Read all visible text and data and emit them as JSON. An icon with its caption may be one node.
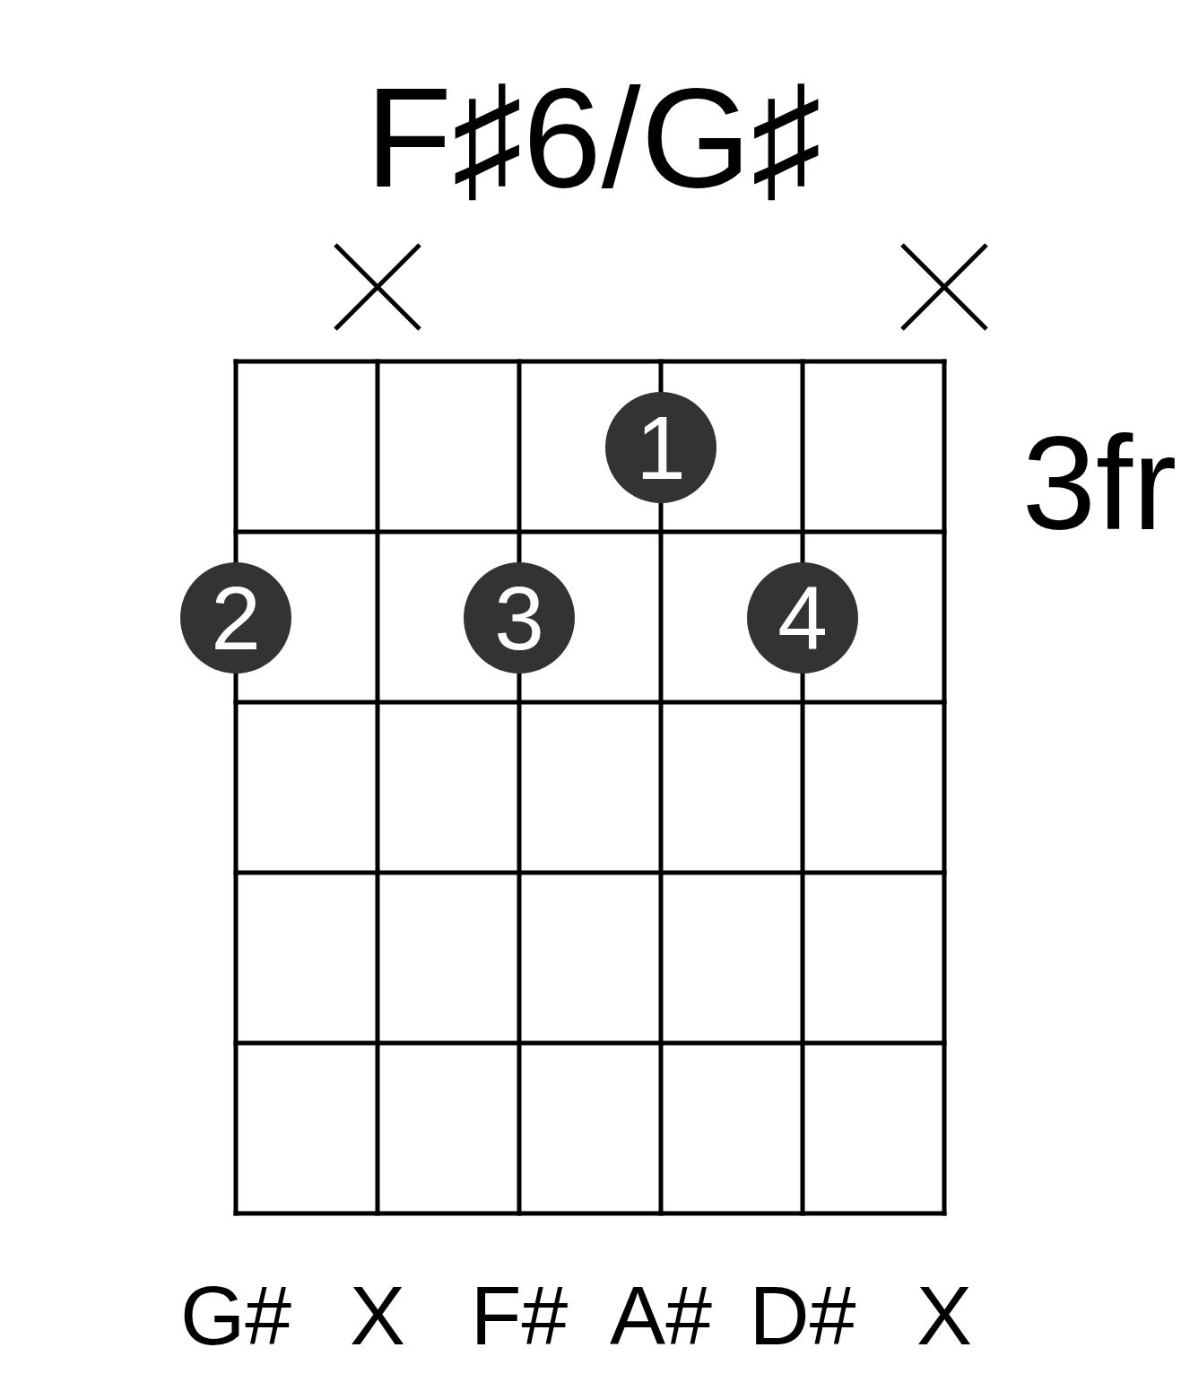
{
  "diagram": {
    "title": "F♯6/G♯",
    "nodes": [
      {
        "text": [
          "1"
        ]
      },
      {
        "text": [
          "2"
        ]
      },
      {
        "text": [
          "3"
        ]
      },
      {
        "text": [
          "4"
        ]
      }
    ],
    "labels": [
      "3fr",
      "G#",
      "X",
      "F#",
      "A#",
      "D#",
      "X"
    ]
  }
}
